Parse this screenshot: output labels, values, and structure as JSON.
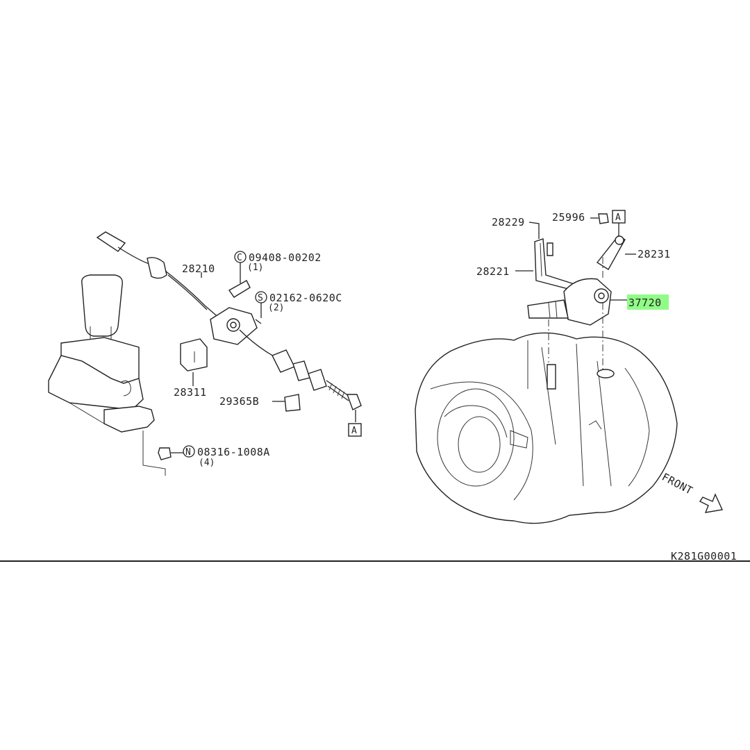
{
  "diagram_code": "K281G00001",
  "front_label": "FRONT",
  "highlight_color": "#7CFC72",
  "ref_markers": {
    "cable_end": "A",
    "lever_end": "A"
  },
  "parts": {
    "p28210": "28210",
    "p09408": {
      "prefix": "C",
      "number": "09408-00202",
      "qty": "(1)"
    },
    "p02162": {
      "prefix": "S",
      "number": "02162-0620C",
      "qty": "(2)"
    },
    "p28311": "28311",
    "p29365": "29365B",
    "p08316": {
      "prefix": "N",
      "number": "08316-1008A",
      "qty": "(4)"
    },
    "p28229": "28229",
    "p25996": "25996",
    "p28231": "28231",
    "p28221": "28221",
    "p37720": "37720"
  }
}
